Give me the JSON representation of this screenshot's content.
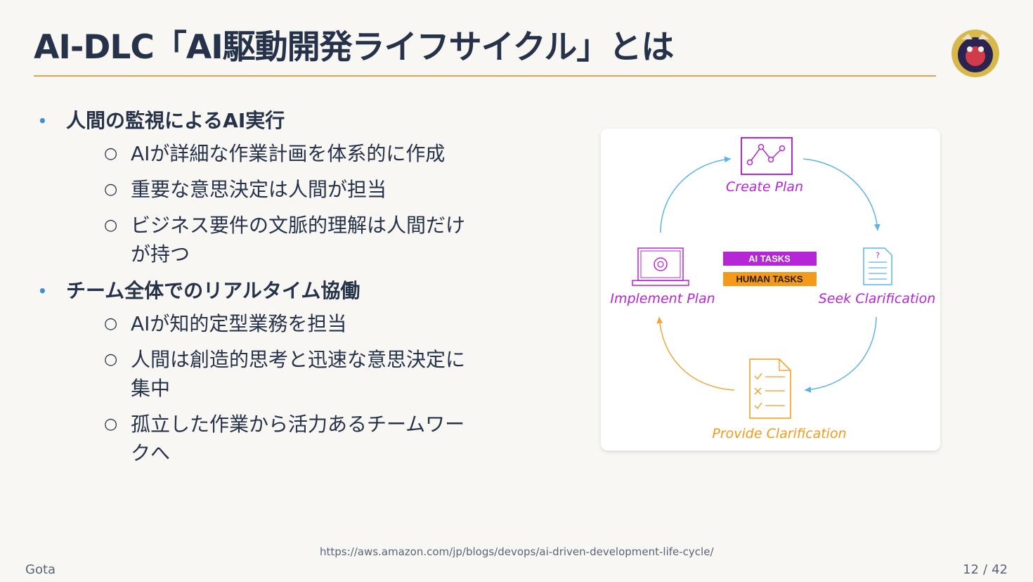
{
  "slide": {
    "title": "AI-DLC「AI駆動開発ライフサイクル」とは"
  },
  "bullets": [
    {
      "text": "人間の監視によるAI実行",
      "children": [
        "AIが詳細な作業計画を体系的に作成",
        "重要な意思決定は人間が担当",
        "ビジネス要件の文脈的理解は人間だけが持つ"
      ]
    },
    {
      "text": "チーム全体でのリアルタイム協働",
      "children": [
        "AIが知的定型業務を担当",
        "人間は創造的思考と迅速な意思決定に集中",
        "孤立した作業から活力あるチームワークへ"
      ]
    }
  ],
  "diagram": {
    "create_plan": "Create Plan",
    "seek_clarification": "Seek Clarification",
    "provide_clarification": "Provide Clarification",
    "implement_plan": "Implement Plan",
    "ai_tasks": "AI TASKS",
    "human_tasks": "HUMAN TASKS",
    "colors": {
      "ai": "#b526d6",
      "human": "#f39a1c",
      "arrow_blue": "#5bb3e6",
      "arrow_orange": "#f0a43a"
    }
  },
  "source_url": "https://aws.amazon.com/jp/blogs/devops/ai-driven-development-life-cycle/",
  "footer": {
    "author": "Gota",
    "page_current": "12",
    "page_separator": "/",
    "page_total": "42"
  }
}
